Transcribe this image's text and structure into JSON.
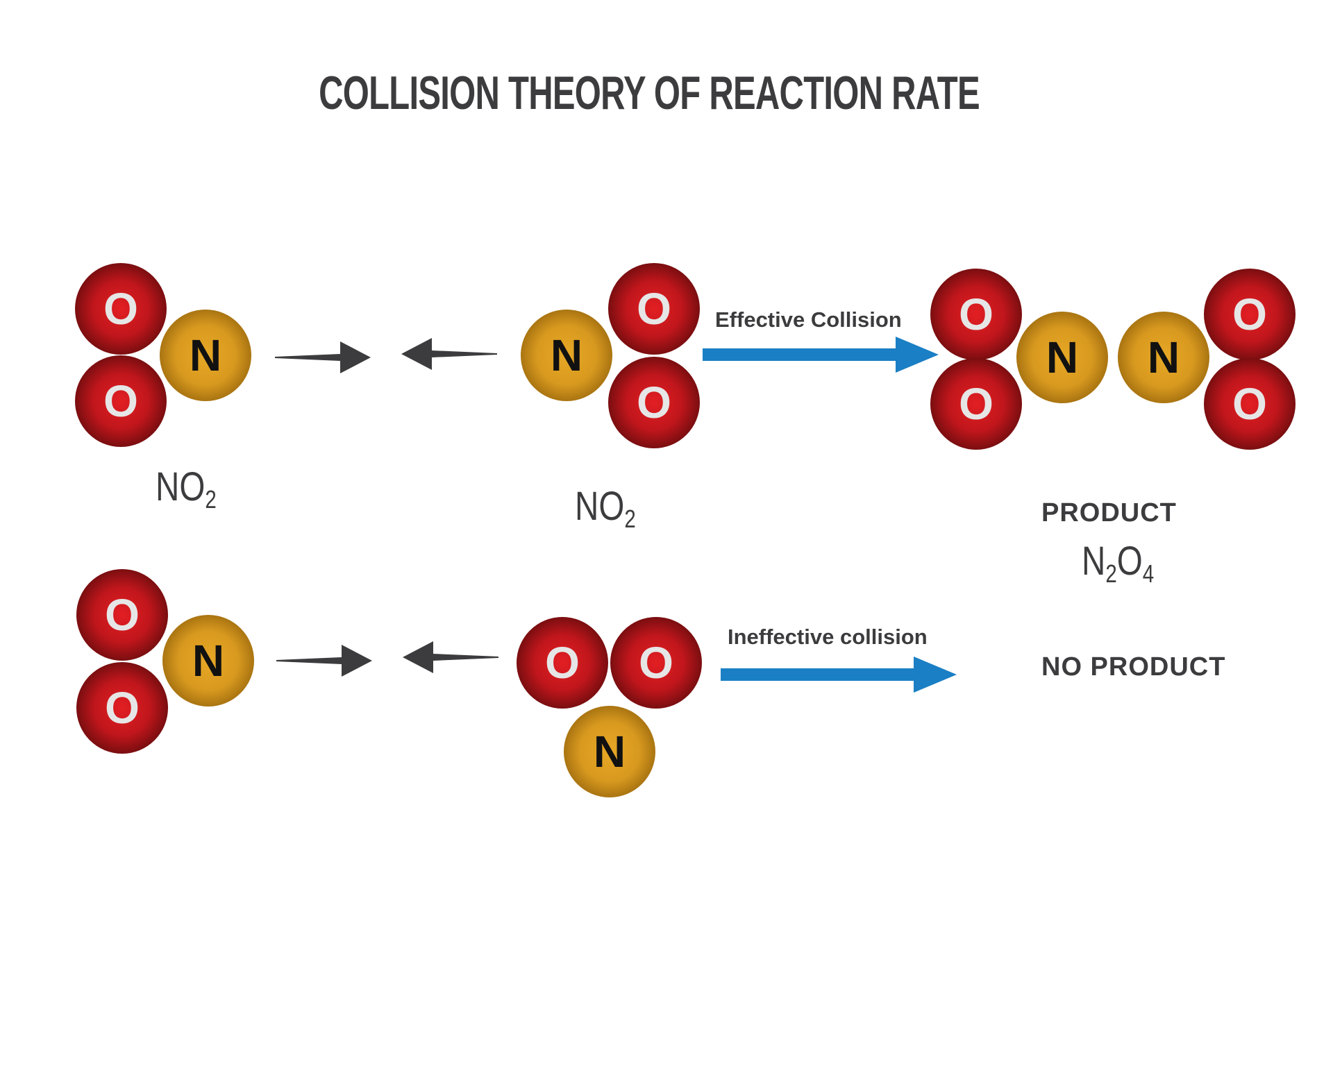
{
  "title": "COLLISION THEORY OF REACTION RATE",
  "atoms": {
    "oxygen_symbol": "O",
    "nitrogen_symbol": "N"
  },
  "colors": {
    "oxygen": "#c0161c",
    "nitrogen": "#d8991f",
    "collision_arrow": "#1a7fc4",
    "approach_arrow": "#3c3c3e",
    "text": "#3c3c3e"
  },
  "reactant_formula": {
    "base": "NO",
    "subscript": "2"
  },
  "effective_row": {
    "arrow_label": "Effective Collision",
    "result_label": "PRODUCT",
    "product_formula": {
      "n": "N",
      "n_sub": "2",
      "o": "O",
      "o_sub": "4"
    }
  },
  "ineffective_row": {
    "arrow_label": "Ineffective collision",
    "result_label": "NO PRODUCT"
  }
}
